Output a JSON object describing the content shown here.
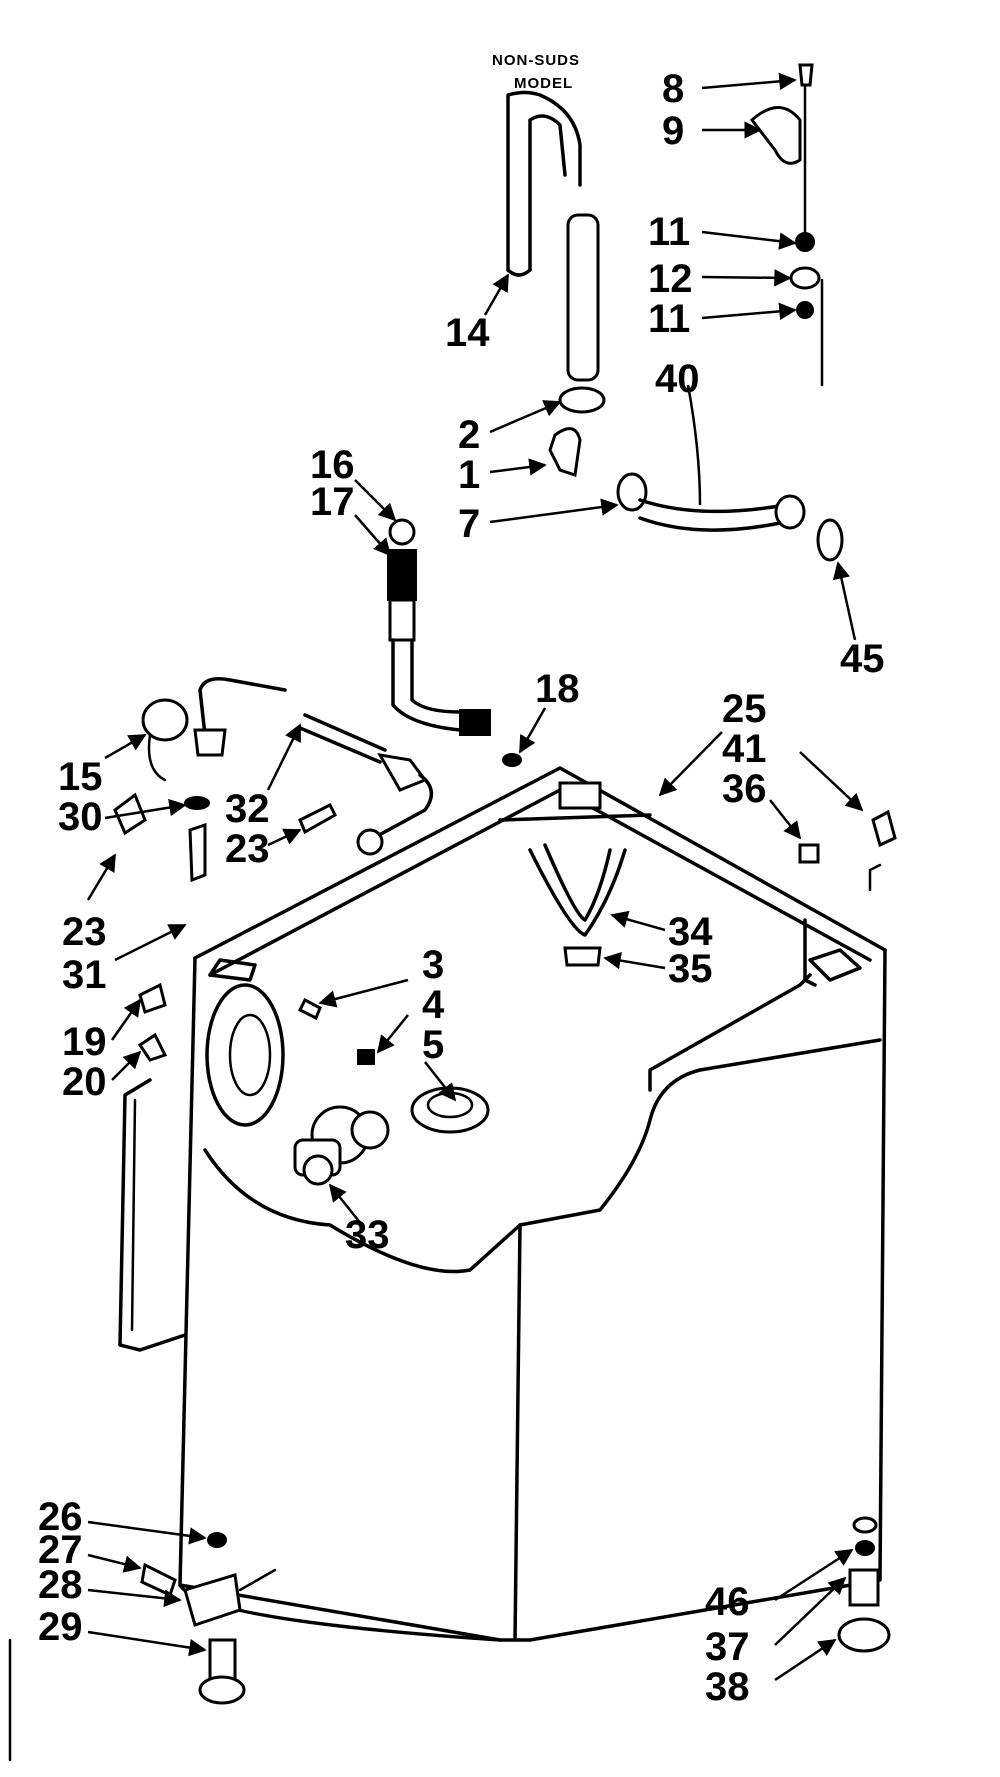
{
  "diagram": {
    "caption_line1": "NON-SUDS",
    "caption_line2": "MODEL",
    "labels": {
      "l1": "1",
      "l2": "2",
      "l3": "3",
      "l4": "4",
      "l5": "5",
      "l7": "7",
      "l8": "8",
      "l9": "9",
      "l11a": "11",
      "l11b": "11",
      "l12": "12",
      "l14": "14",
      "l15": "15",
      "l16": "16",
      "l17": "17",
      "l18": "18",
      "l19": "19",
      "l20": "20",
      "l23a": "23",
      "l23b": "23",
      "l25": "25",
      "l26": "26",
      "l27": "27",
      "l28": "28",
      "l29": "29",
      "l30": "30",
      "l31": "31",
      "l32": "32",
      "l33": "33",
      "l34": "34",
      "l35": "35",
      "l36": "36",
      "l37": "37",
      "l38": "38",
      "l40": "40",
      "l41": "41",
      "l45": "45",
      "l46": "46"
    }
  }
}
